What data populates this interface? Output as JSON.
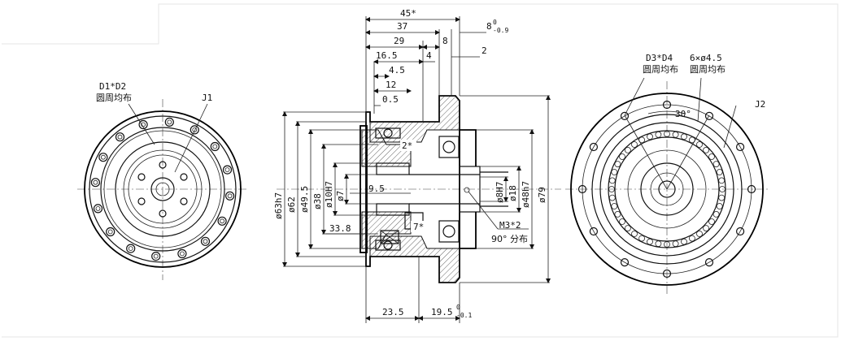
{
  "front_view": {
    "pattern_label_1": "D1*D2",
    "pattern_label_2": "圆周均布",
    "ref_label": "J1"
  },
  "section_view": {
    "dim_top": [
      "45*",
      "37",
      "8-0/-0.9",
      "29",
      "8",
      "16.5",
      "4",
      "2",
      "4.5",
      "12",
      "0.5"
    ],
    "dim_tol_8": "8",
    "dim_tol_8_upper": "0",
    "dim_tol_8_lower": "-0.9",
    "dim_left": [
      "ø63h7",
      "ø62",
      "ø49.5",
      "ø38",
      "ø10H7",
      "ø7"
    ],
    "dim_right": [
      "ø8H7",
      "ø18",
      "ø48h7",
      "ø79"
    ],
    "dim_inner": [
      "9.5",
      "2*",
      "7*",
      "33.8"
    ],
    "dim_bottom_1": "23.5",
    "dim_bottom_2": "19.5",
    "dim_bottom_2_upper": "0",
    "dim_bottom_2_lower": "-0.1",
    "thread_note": "M3*2",
    "thread_note_2": "90° 分布"
  },
  "rear_view": {
    "pattern_label_1": "D3*D4",
    "pattern_label_2": "圆周均布",
    "hole_label_1": "6×ø4.5",
    "hole_label_2": "圆周均布",
    "angle_label": "30°",
    "ref_label": "J2"
  }
}
